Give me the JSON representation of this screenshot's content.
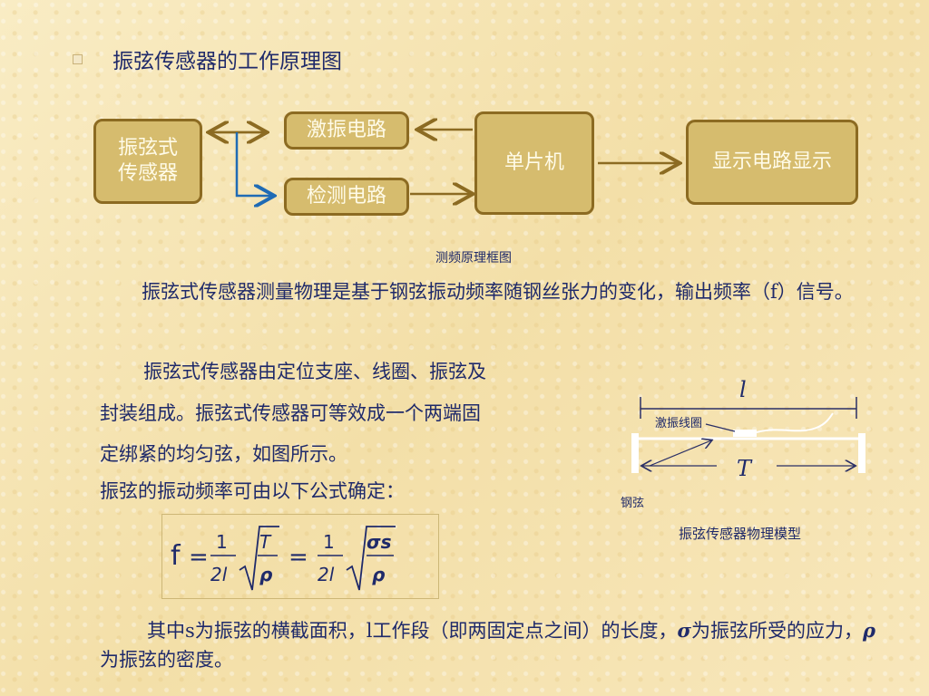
{
  "title": "振弦传感器的工作原理图",
  "block_diagram": {
    "sensor": [
      "振弦式",
      "传感器"
    ],
    "excitation": "激振电路",
    "detection": "检测电路",
    "mcu": "单片机",
    "display": "显示电路显示",
    "caption": "测频原理框图"
  },
  "paragraph1": "振弦式传感器测量物理是基于钢弦振动频率随钢丝张力的变化，输出频率（f）信号。",
  "paragraph2": {
    "line1": "振弦式传感器由定位支座、线圈、振弦及",
    "line2": "封装组成。振弦式传感器可等效成一个两端固",
    "line3": "定绑紧的均匀弦，如图所示。",
    "line4": "振弦的振动频率可由以下公式确定："
  },
  "model": {
    "length_label": "l",
    "tension_label": "T",
    "coil_label": "激振线圈",
    "string_label": "钢弦",
    "caption": "振弦传感器物理模型"
  },
  "formula": {
    "f": "f",
    "eq": "=",
    "num": "1",
    "den": "2l",
    "rad1_num": "T",
    "rad1_den": "ρ",
    "rad2_num": "σs",
    "rad2_den": "ρ"
  },
  "paragraph3": {
    "p1": "其中s为振弦的横截面积，l工作段（即两固定点之间）的长度，",
    "sigma": "σ",
    "p2": "为振弦所受的应力，",
    "rho": "ρ",
    "p3": "为振弦的密度。"
  },
  "colors": {
    "box_fill": "#d6bc6e",
    "box_border": "#8c6b22",
    "arrow_gold": "#8c6b22",
    "arrow_blue": "#1f6bb5",
    "text": "#1f2a6a"
  }
}
